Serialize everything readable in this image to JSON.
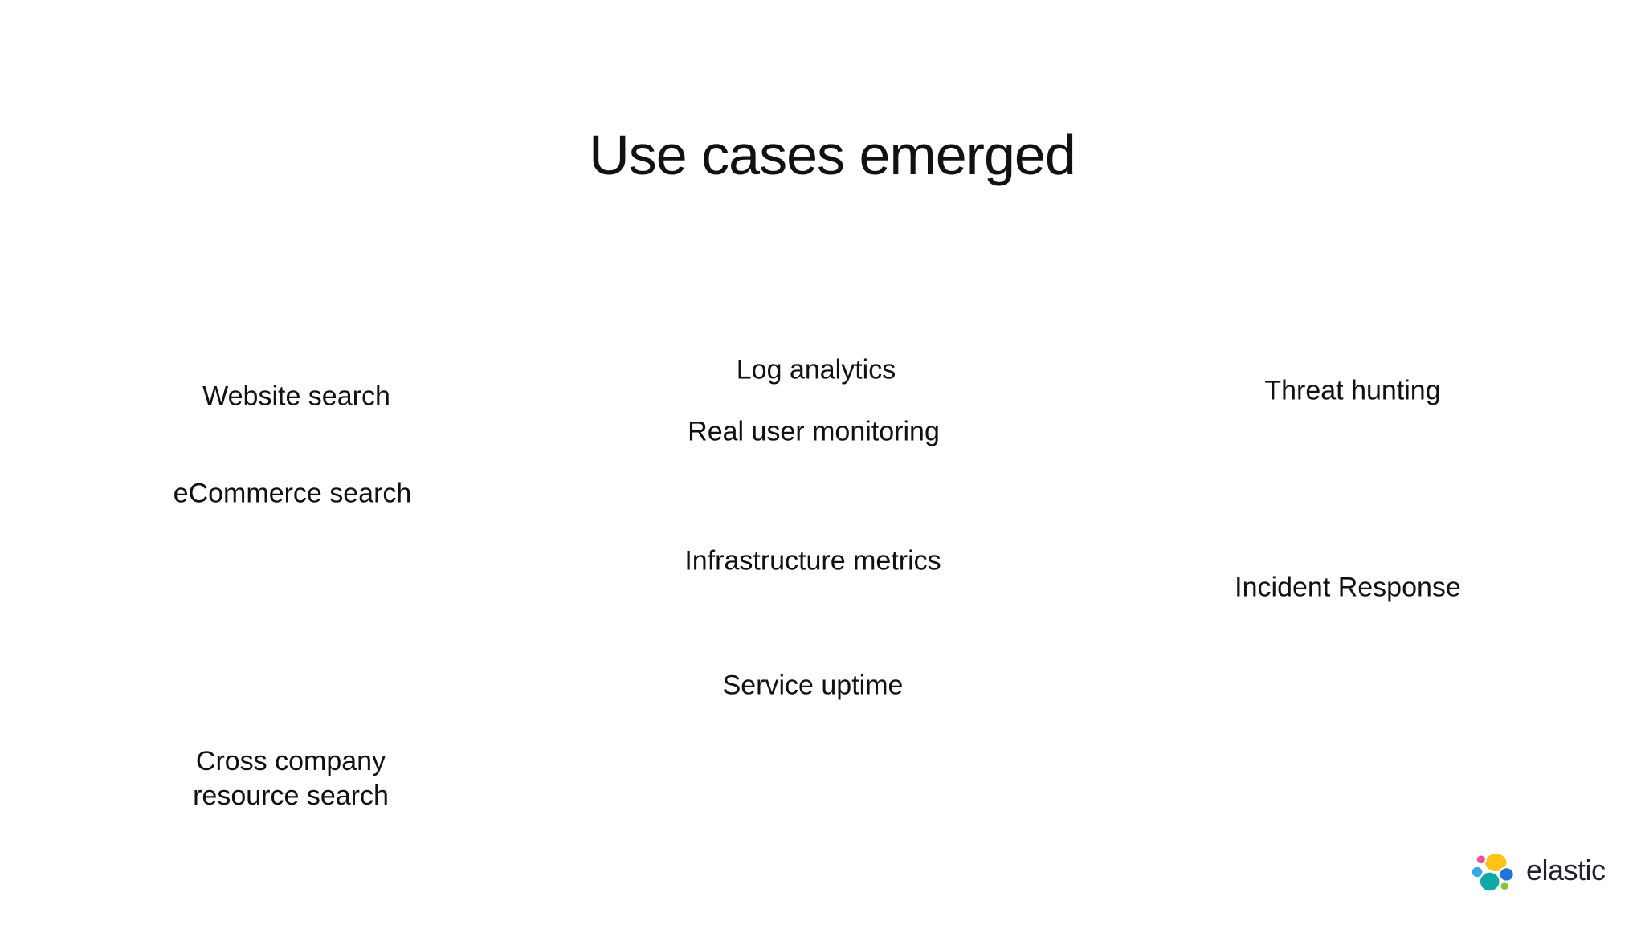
{
  "slide": {
    "title": "Use cases emerged",
    "background_color": "#FFFFFF",
    "text_color": "#101114"
  },
  "use_cases": {
    "search": {
      "website": "Website search",
      "ecommerce": "eCommerce search",
      "cross_company_resource": "Cross company resource search"
    },
    "observability": {
      "log_analytics": "Log analytics",
      "real_user_monitoring": "Real user monitoring",
      "infrastructure_metrics": "Infrastructure metrics",
      "service_uptime": "Service uptime"
    },
    "security": {
      "threat_hunting": "Threat hunting",
      "incident_response": "Incident Response"
    }
  },
  "branding": {
    "logo_text": "elastic",
    "logo_text_color": "#1F222A",
    "logo_mark_colors": {
      "yellow": "#FDC414",
      "pink": "#F04E98",
      "light_blue": "#36A9E1",
      "teal": "#0FA8A5",
      "blue": "#2175D9",
      "green": "#84C441"
    }
  }
}
